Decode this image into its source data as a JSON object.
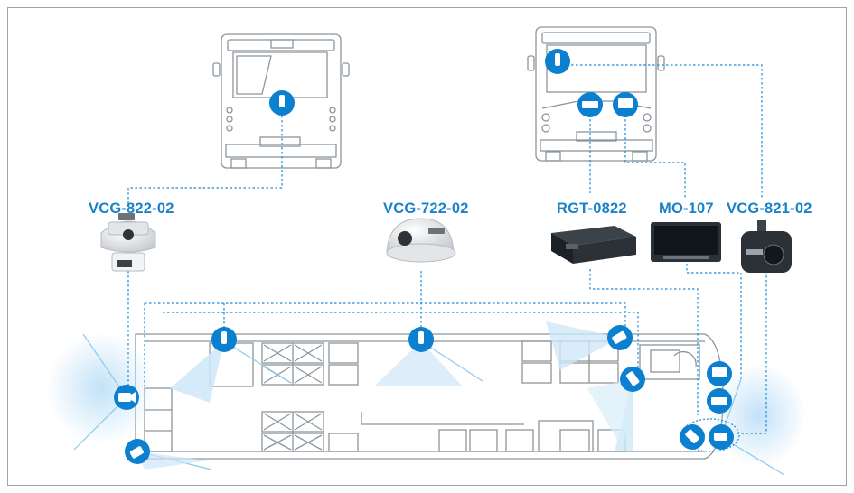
{
  "labels": {
    "vcg_822": "VCG-822-02",
    "vcg_722": "VCG-722-02",
    "rgt_0822": "RGT-0822",
    "mo_107": "MO-107",
    "vcg_821": "VCG-821-02"
  },
  "colors": {
    "accent": "#1a82c8",
    "marker": "#0b7fd0",
    "dotted_link": "#1c8bd6",
    "outline": "#8c959c",
    "frame_border": "#9aa4ad",
    "camera_glow": "#bfe0f7"
  },
  "icons": [
    "dome-camera-icon",
    "box-camera-icon",
    "monitor-icon",
    "recorder-icon"
  ]
}
